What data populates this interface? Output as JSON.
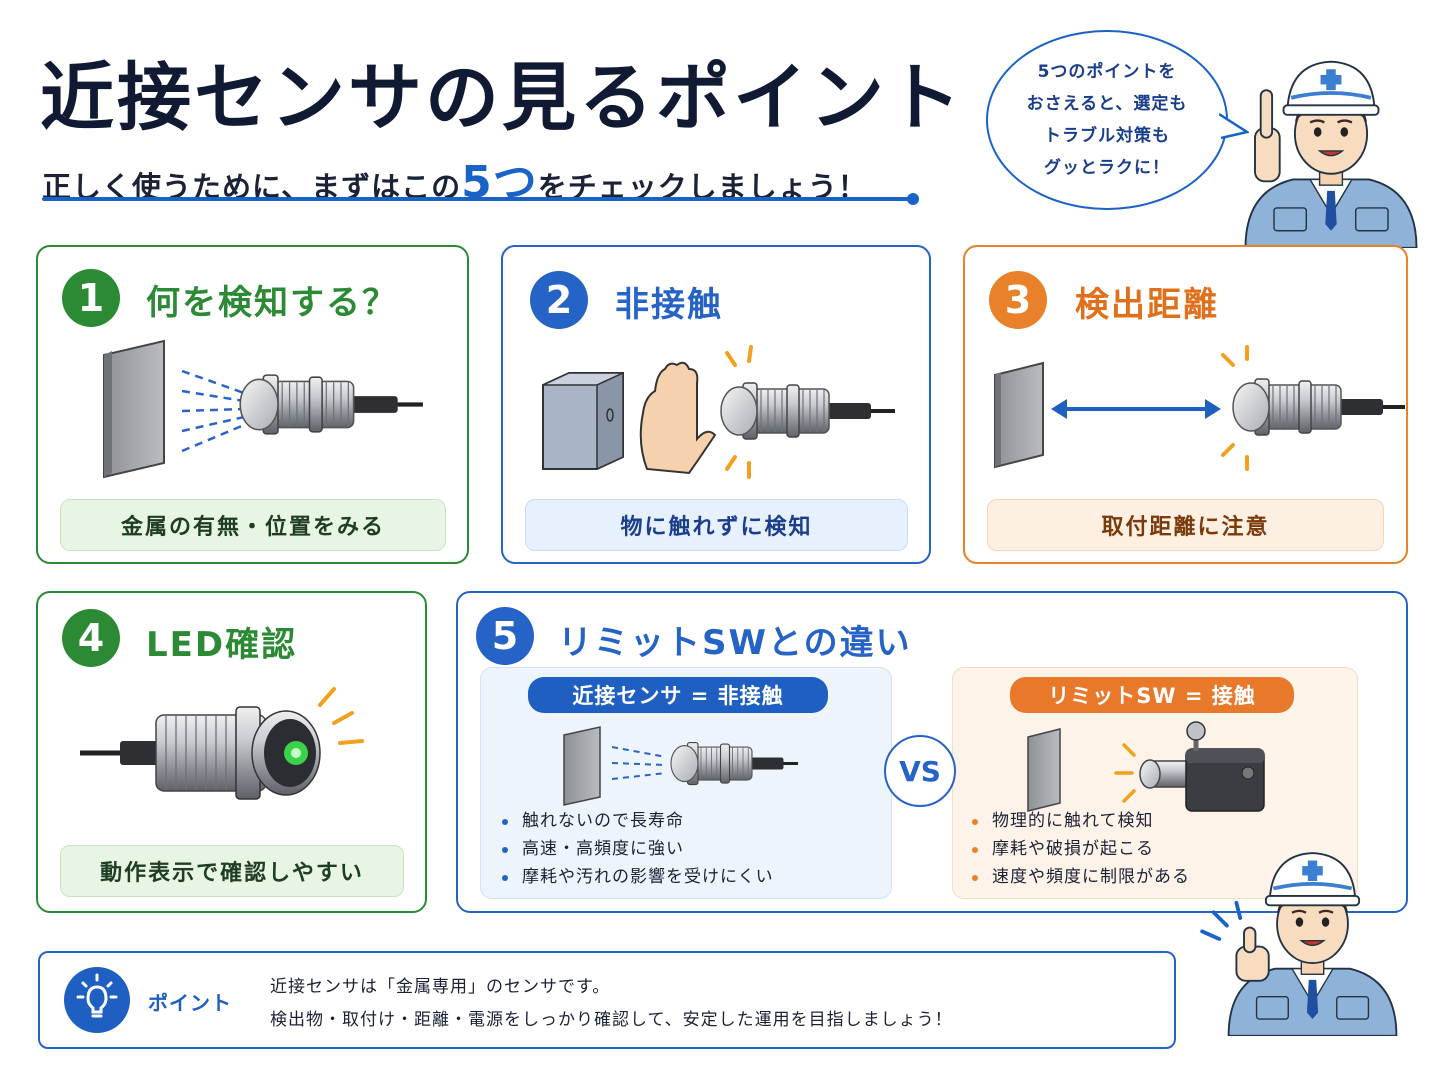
{
  "header": {
    "title": "近接センサの見るポイント",
    "subtitle_before": "正しく使うために、まずはこの",
    "subtitle_highlight": "5つ",
    "subtitle_after": "をチェックしましょう！"
  },
  "speech": {
    "lines": [
      "5つのポイントを",
      "おさえると、選定も",
      "トラブル対策も",
      "グッとラクに！"
    ]
  },
  "cards": [
    {
      "number": "1",
      "title": "何を検知する？",
      "caption": "金属の有無・位置をみる"
    },
    {
      "number": "2",
      "title": "非接触",
      "caption": "物に触れずに検知"
    },
    {
      "number": "3",
      "title": "検出距離",
      "caption": "取付距離に注意"
    },
    {
      "number": "4",
      "title": "LED確認",
      "caption": "動作表示で確認しやすい"
    },
    {
      "number": "5",
      "title": "リミットSWとの違い"
    }
  ],
  "comparison": {
    "left": {
      "label": "近接センサ = 非接触",
      "bullets": [
        "触れないので長寿命",
        "高速・高頻度に強い",
        "摩耗や汚れの影響を受けにくい"
      ]
    },
    "vs": "VS",
    "right": {
      "label": "リミットSW = 接触",
      "bullets": [
        "物理的に触れて検知",
        "摩耗や破損が起こる",
        "速度や頻度に制限がある"
      ]
    }
  },
  "point": {
    "label": "ポイント",
    "line1": "近接センサは「金属専用」のセンサです。",
    "line2": "検出物・取付け・距離・電源をしっかり確認して、安定した運用を目指しましょう！"
  },
  "colors": {
    "title": "#111a33",
    "blue": "#2563c7",
    "green": "#2c8a34",
    "orange": "#e8812a"
  },
  "icons": [
    "lightbulb-icon",
    "hand-icon",
    "worker-character"
  ]
}
